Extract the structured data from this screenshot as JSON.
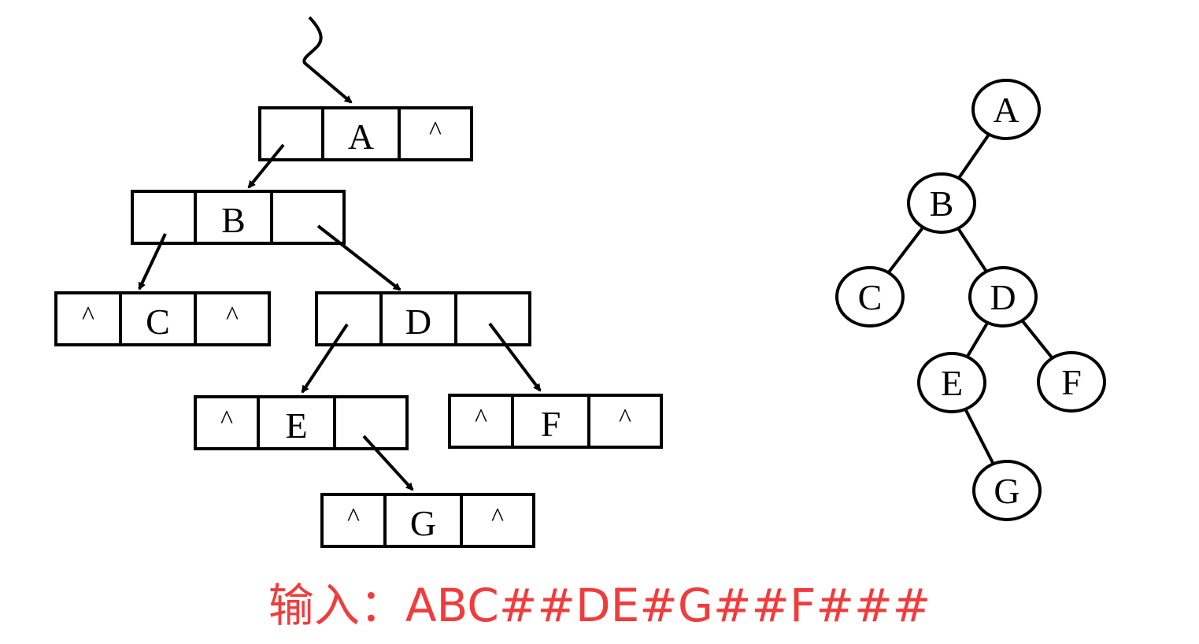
{
  "colors": {
    "line": "#000000",
    "caption": "#f03c3c"
  },
  "null_symbol": "^",
  "linked_nodes": [
    {
      "id": "A",
      "left": "",
      "data": "A",
      "right": "^"
    },
    {
      "id": "B",
      "left": "",
      "data": "B",
      "right": ""
    },
    {
      "id": "C",
      "left": "^",
      "data": "C",
      "right": "^"
    },
    {
      "id": "D",
      "left": "",
      "data": "D",
      "right": ""
    },
    {
      "id": "E",
      "left": "^",
      "data": "E",
      "right": ""
    },
    {
      "id": "F",
      "left": "^",
      "data": "F",
      "right": "^"
    },
    {
      "id": "G",
      "left": "^",
      "data": "G",
      "right": "^"
    }
  ],
  "linked_edges": [
    {
      "from": "A",
      "side": "left",
      "to": "B"
    },
    {
      "from": "B",
      "side": "left",
      "to": "C"
    },
    {
      "from": "B",
      "side": "right",
      "to": "D"
    },
    {
      "from": "D",
      "side": "left",
      "to": "E"
    },
    {
      "from": "D",
      "side": "right",
      "to": "F"
    },
    {
      "from": "E",
      "side": "right",
      "to": "G"
    }
  ],
  "tree_nodes": [
    {
      "id": "A",
      "label": "A"
    },
    {
      "id": "B",
      "label": "B"
    },
    {
      "id": "C",
      "label": "C"
    },
    {
      "id": "D",
      "label": "D"
    },
    {
      "id": "E",
      "label": "E"
    },
    {
      "id": "F",
      "label": "F"
    },
    {
      "id": "G",
      "label": "G"
    }
  ],
  "tree_edges": [
    {
      "from": "A",
      "to": "B"
    },
    {
      "from": "B",
      "to": "C"
    },
    {
      "from": "B",
      "to": "D"
    },
    {
      "from": "D",
      "to": "E"
    },
    {
      "from": "D",
      "to": "F"
    },
    {
      "from": "E",
      "to": "G"
    }
  ],
  "caption": {
    "label": "输入：",
    "value": "ABC##DE#G##F###"
  }
}
